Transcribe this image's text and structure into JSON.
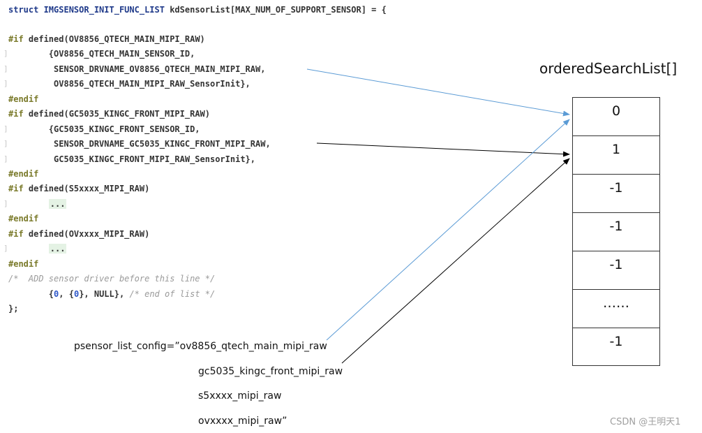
{
  "code": {
    "lines": [
      [
        {
          "c": "kw",
          "t": "struct IMGSENSOR_INIT_FUNC_LIST"
        },
        {
          "c": "plain",
          "t": " kdSensorList[MAX_NUM_OF_SUPPORT_SENSOR] = {"
        }
      ],
      [],
      [
        {
          "c": "pp",
          "t": "#if"
        },
        {
          "c": "plain",
          "t": " defined(OV8856_QTECH_MAIN_MIPI_RAW)"
        }
      ],
      [
        {
          "c": "plain",
          "t": "        {OV8856_QTECH_MAIN_SENSOR_ID,"
        }
      ],
      [
        {
          "c": "plain",
          "t": "         SENSOR_DRVNAME_OV8856_QTECH_MAIN_MIPI_RAW,"
        }
      ],
      [
        {
          "c": "plain",
          "t": "         OV8856_QTECH_MAIN_MIPI_RAW_SensorInit},"
        }
      ],
      [
        {
          "c": "pp",
          "t": "#endif"
        }
      ],
      [
        {
          "c": "pp",
          "t": "#if"
        },
        {
          "c": "plain",
          "t": " defined(GC5035_KINGC_FRONT_MIPI_RAW)"
        }
      ],
      [
        {
          "c": "plain",
          "t": "        {GC5035_KINGC_FRONT_SENSOR_ID,"
        }
      ],
      [
        {
          "c": "plain",
          "t": "         SENSOR_DRVNAME_GC5035_KINGC_FRONT_MIPI_RAW,"
        }
      ],
      [
        {
          "c": "plain",
          "t": "         GC5035_KINGC_FRONT_MIPI_RAW_SensorInit},"
        }
      ],
      [
        {
          "c": "pp",
          "t": "#endif"
        }
      ],
      [
        {
          "c": "pp",
          "t": "#if"
        },
        {
          "c": "plain",
          "t": " defined(S5xxxx_MIPI_RAW)"
        }
      ],
      [
        {
          "c": "plain",
          "t": "        "
        },
        {
          "c": "plain ell",
          "t": "..."
        }
      ],
      [
        {
          "c": "pp",
          "t": "#endif"
        }
      ],
      [
        {
          "c": "pp",
          "t": "#if"
        },
        {
          "c": "plain",
          "t": " defined(OVxxxx_MIPI_RAW)"
        }
      ],
      [
        {
          "c": "plain",
          "t": "        "
        },
        {
          "c": "plain ell",
          "t": "..."
        }
      ],
      [
        {
          "c": "pp",
          "t": "#endif"
        }
      ],
      [
        {
          "c": "cm",
          "t": "/*  ADD sensor driver before this line */"
        }
      ],
      [
        {
          "c": "plain",
          "t": "        {"
        },
        {
          "c": "num",
          "t": "0"
        },
        {
          "c": "plain",
          "t": ", {"
        },
        {
          "c": "num",
          "t": "0"
        },
        {
          "c": "plain",
          "t": "}, NULL}, "
        },
        {
          "c": "cm",
          "t": "/* end of list */"
        }
      ],
      [
        {
          "c": "plain",
          "t": "};"
        }
      ]
    ],
    "gutter_rows": [
      3,
      4,
      5,
      8,
      9,
      10,
      13,
      16
    ]
  },
  "ordered_list": {
    "title": "orderedSearchList[]",
    "cells": [
      "0",
      "1",
      "-1",
      "-1",
      "-1",
      "……",
      "-1"
    ]
  },
  "config_lines": [
    "psensor_list_config=”ov8856_qtech_main_mipi_raw",
    "gc5035_kingc_front_mipi_raw",
    "s5xxxx_mipi_raw",
    "ovxxxx_mipi_raw”"
  ],
  "watermark": "CSDN @王明天1",
  "colors": {
    "blue_arrow": "#5b9bd5",
    "black_arrow": "#000000"
  }
}
